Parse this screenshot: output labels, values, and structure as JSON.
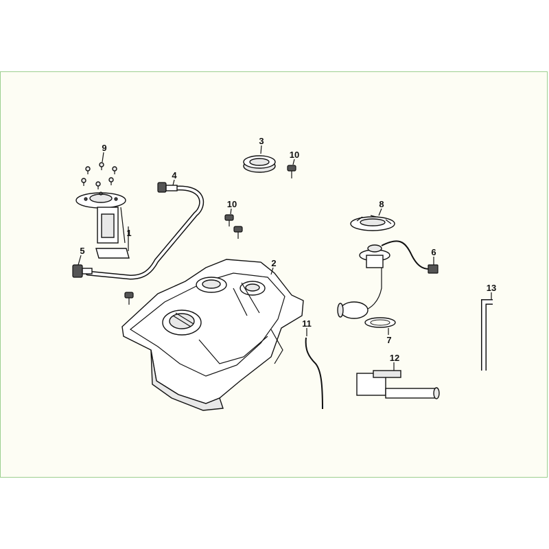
{
  "callouts": {
    "c1": "1",
    "c2": "2",
    "c3": "3",
    "c4": "4",
    "c5": "5",
    "c6": "6",
    "c7": "7",
    "c8": "8",
    "c9": "9",
    "c10a": "10",
    "c10b": "10",
    "c11": "11",
    "c12": "12",
    "c13": "13"
  },
  "colors": {
    "panel_background": "#fdfdf4",
    "panel_border": "#9ccf8f",
    "line": "#111111"
  }
}
